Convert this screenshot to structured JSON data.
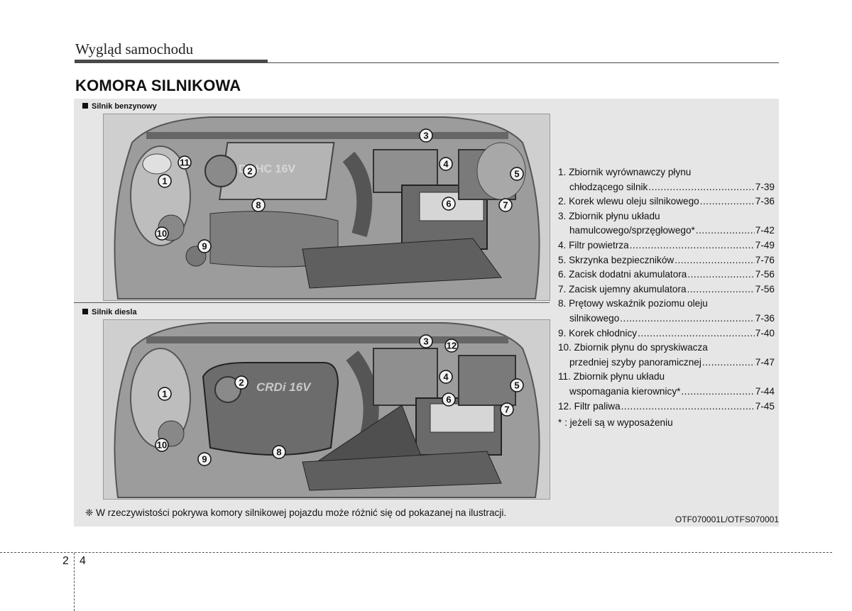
{
  "header": {
    "title": "Wygląd samochodu"
  },
  "page_title": "KOMORA SILNIKOWA",
  "sections": [
    {
      "label": "Silnik benzynowy",
      "engine_cover_text": "DOHC 16V"
    },
    {
      "label": "Silnik diesla",
      "engine_cover_text": "CRDi 16V"
    }
  ],
  "callouts_top": [
    "1",
    "2",
    "3",
    "4",
    "5",
    "6",
    "7",
    "8",
    "9",
    "10",
    "11"
  ],
  "callouts_bottom": [
    "1",
    "2",
    "3",
    "4",
    "5",
    "6",
    "7",
    "8",
    "9",
    "10",
    "12"
  ],
  "legend": [
    {
      "lines": [
        "1. Zbiornik wyrównawczy płynu",
        "chłodzącego silnik"
      ],
      "page": "7-39"
    },
    {
      "lines": [
        "2. Korek wlewu oleju silnikowego"
      ],
      "page": "7-36"
    },
    {
      "lines": [
        "3. Zbiornik płynu układu",
        "hamulcowego/sprzęgłowego*"
      ],
      "page": "7-42"
    },
    {
      "lines": [
        "4. Filtr powietrza"
      ],
      "page": "7-49"
    },
    {
      "lines": [
        "5. Skrzynka bezpieczników"
      ],
      "page": "7-76"
    },
    {
      "lines": [
        "6. Zacisk dodatni akumulatora"
      ],
      "page": "7-56"
    },
    {
      "lines": [
        "7. Zacisk ujemny akumulatora"
      ],
      "page": "7-56"
    },
    {
      "lines": [
        "8. Prętowy wskaźnik poziomu oleju",
        "silnikowego"
      ],
      "page": "7-36"
    },
    {
      "lines": [
        "9. Korek chłodnicy"
      ],
      "page": "7-40"
    },
    {
      "lines": [
        "10. Zbiornik płynu do spryskiwacza",
        "przedniej szyby panoramicznej"
      ],
      "page": "7-47"
    },
    {
      "lines": [
        "11. Zbiornik płynu układu",
        "wspomagania kierownicy*"
      ],
      "page": "7-44"
    },
    {
      "lines": [
        "12. Filtr paliwa"
      ],
      "page": "7-45"
    }
  ],
  "footnote": "* : jeżeli są w wyposażeniu",
  "note": "❈ W rzeczywistości pokrywa komory silnikowej pojazdu może różnić się od pokazanej na ilustracji.",
  "image_code": "OTF070001L/OTFS070001",
  "page_number": {
    "chapter": "2",
    "page": "4"
  }
}
